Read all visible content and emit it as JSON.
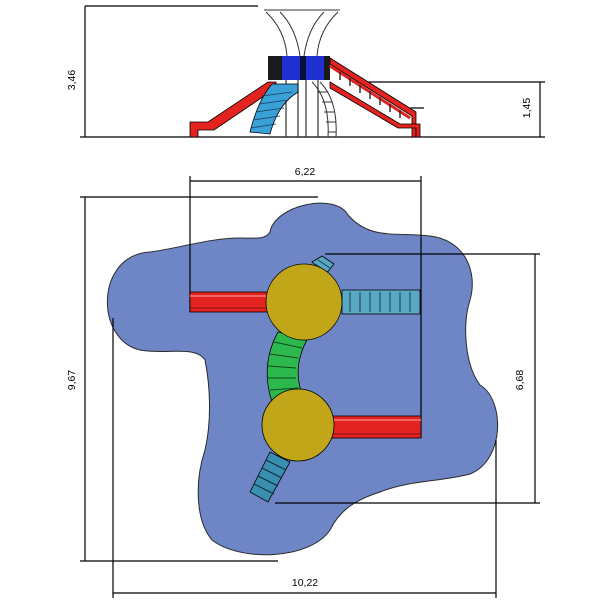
{
  "dimensions": {
    "elevation_height": "3,46",
    "platform_height": "1,45",
    "plan_width_inner": "6,22",
    "plan_height_total": "9,67",
    "plan_height_inner": "6,68",
    "plan_width_total": "10,22"
  },
  "colors": {
    "safety_surface": "#6f86c6",
    "slide": "#e3231f",
    "platform_deck": "#c2a61a",
    "tunnel": "#2db84e",
    "ladder": "#3a8fb0",
    "roof_panel": "#1f2fd0",
    "stairs_rail": "#e3231f"
  }
}
